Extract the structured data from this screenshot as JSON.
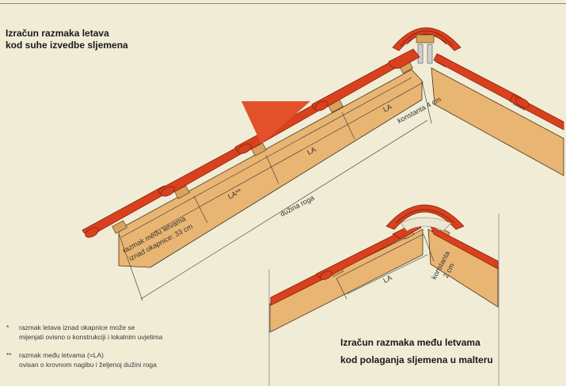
{
  "title_dry": [
    "Izračun razmaka letava",
    "kod suhe izvedbe sljemena"
  ],
  "title_mortar": [
    "Izračun razmaka među letvama",
    "kod polaganja sljemena u malteru"
  ],
  "labels": {
    "eave_spacing": [
      "razmak među letvama",
      "iznad okapnice: 33 cm"
    ],
    "la_star": "LA**",
    "la": "LA",
    "constant_big": "konstanta 4 cm",
    "rafter_length": "dužina roga",
    "constant_small": [
      "konstanta",
      "2 cm"
    ]
  },
  "notes": [
    {
      "mark": "*",
      "lines": [
        "razmak letava iznad okapnice može se",
        "mijenjati ovisno o konstrukciji i lokalnim uvjetima"
      ]
    },
    {
      "mark": "**",
      "lines": [
        "razmak među letvama (=LA)",
        "ovisan o krovnom nagibu i željenoj dužini roga"
      ]
    }
  ],
  "colors": {
    "background": "#f1ecd6",
    "tile": "#d9411e",
    "tile_dark": "#a82a12",
    "wood": "#e9b573",
    "batten": "#d7a35e",
    "pointer": "#e2512a"
  }
}
